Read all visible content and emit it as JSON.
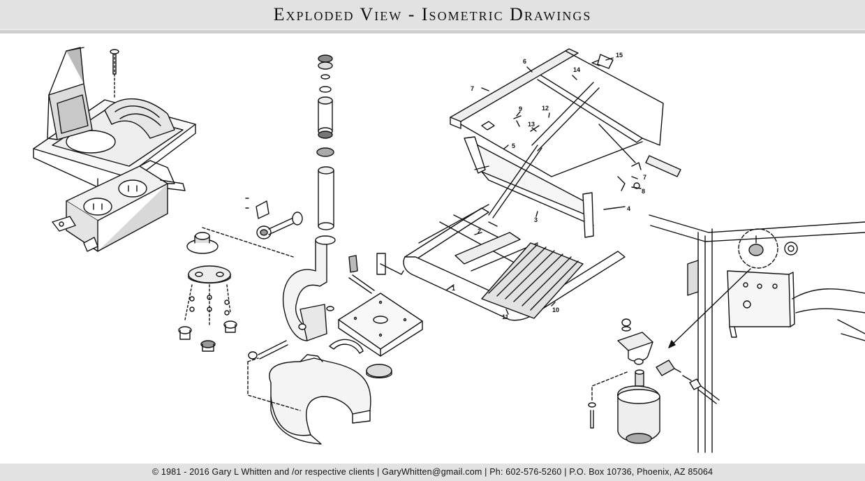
{
  "header": {
    "title": "Exploded View - Isometric Drawings"
  },
  "footer": {
    "text": "© 1981 - 2016  Gary L Whitten and /or respective clients  |  GaryWhitten@gmail.com  |  Ph: 602-576-5260  |  P.O. Box 10736, Phoenix, AZ 85064"
  },
  "drawings": {
    "seat_callouts": [
      "1",
      "2",
      "3",
      "4",
      "5",
      "6",
      "7",
      "8",
      "9",
      "10",
      "11",
      "12",
      "13",
      "14",
      "15"
    ],
    "seat_callout_7b": "7"
  },
  "colors": {
    "band": "#e2e2e2",
    "ink": "#111111"
  }
}
